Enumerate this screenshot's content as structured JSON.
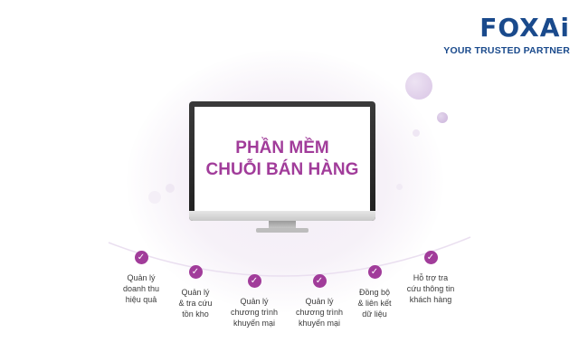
{
  "logo": {
    "wordmark_left": "FOX",
    "wordmark_right": "Ai",
    "tagline": "YOUR TRUSTED PARTNER",
    "color": "#1a4a8c"
  },
  "screen": {
    "line1": "PHẦN MỀM",
    "line2": "CHUỖI BÁN HÀNG",
    "accent": "#a13c9a"
  },
  "features": [
    {
      "label": "Quản lý\ndoanh thu\nhiệu quả",
      "icon": "check-icon"
    },
    {
      "label": "Quản lý\n& tra cứu\ntồn kho",
      "icon": "check-icon"
    },
    {
      "label": "Quản lý\nchương trình\nkhuyến mại",
      "icon": "check-icon"
    },
    {
      "label": "Quản lý\nchương trình\nkhuyến mại",
      "icon": "check-icon"
    },
    {
      "label": "Đồng bộ\n& liên kết\ndữ liệu",
      "icon": "check-icon"
    },
    {
      "label": "Hỗ trợ tra\ncứu thông tin\nkhách hàng",
      "icon": "check-icon"
    }
  ]
}
